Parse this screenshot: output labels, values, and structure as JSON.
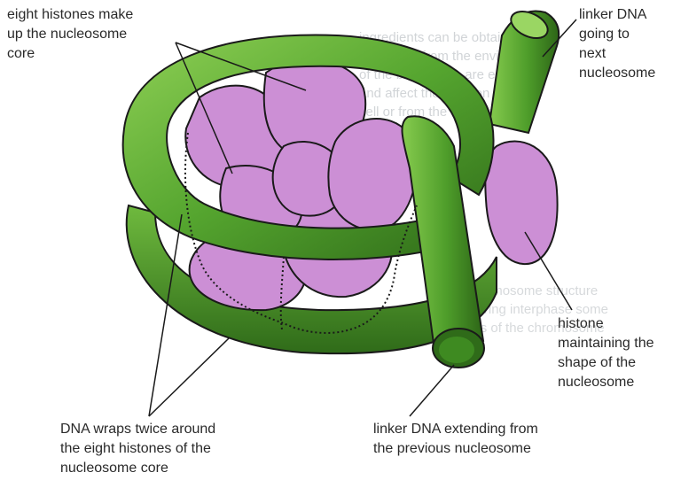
{
  "colors": {
    "dna_light": "#7fc64a",
    "dna_mid": "#4f9f2c",
    "dna_dark": "#2f6b19",
    "histone": "#cc8fd5",
    "outline": "#1a1a1a",
    "ghost_text": "#9aa1a8"
  },
  "labels": {
    "histones_core": [
      "eight histones make",
      "up the nucleosome",
      "core"
    ],
    "linker_next": [
      "linker DNA",
      "going to",
      "next",
      "nucleosome"
    ],
    "histone_maintaining": [
      "histone",
      "maintaining the",
      "shape of the",
      "nucleosome"
    ],
    "dna_wraps": [
      "DNA wraps twice around",
      "the eight histones of the",
      "nucleosome core"
    ],
    "linker_previous": [
      "linker DNA extending from",
      "the previous nucleosome"
    ]
  },
  "background_text": {
    "top": [
      "ingredients can be obtained from",
      "the diet or from the environment",
      "of the body some are essential",
      "and affect the function of the",
      "cell or from the environment"
    ],
    "bottom": [
      "the chromosome structure",
      "and during interphase some",
      "regions of the chromosome"
    ]
  }
}
